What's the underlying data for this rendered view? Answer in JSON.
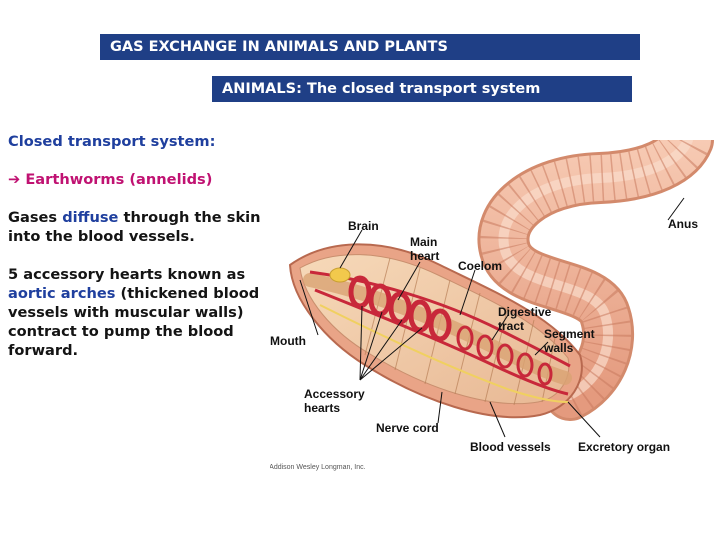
{
  "header": {
    "title": "GAS EXCHANGE IN ANIMALS AND PLANTS",
    "subtitle": "ANIMALS: The closed transport system"
  },
  "content": {
    "heading": "Closed transport system:",
    "arrow_glyph": "➔",
    "example": "Earthworms (annelids)",
    "para1": {
      "prefix": "Gases ",
      "highlight": "diffuse",
      "suffix": " through the skin into the blood vessels."
    },
    "para2": {
      "prefix": "5 accessory hearts known as ",
      "highlight": "aortic arches",
      "suffix": " (thickened blood vessels with muscular walls) contract to pump the blood forward."
    }
  },
  "diagram": {
    "labels": {
      "brain": "Brain",
      "main_heart_1": "Main",
      "main_heart_2": "heart",
      "coelom": "Coelom",
      "anus": "Anus",
      "digestive_1": "Digestive",
      "digestive_2": "tract",
      "segment_1": "Segment",
      "segment_2": "walls",
      "mouth": "Mouth",
      "accessory_1": "Accessory",
      "accessory_2": "hearts",
      "nerve_cord": "Nerve cord",
      "blood_vessels": "Blood vessels",
      "excretory": "Excretory organ",
      "copyright": "©Addison Wesley Longman, Inc."
    }
  },
  "colors": {
    "banner_bg": "#1f3f86",
    "blue_text": "#1f3f9e",
    "magenta_text": "#c01272",
    "worm_skin": "#f2b49a",
    "vessel": "#c8283a"
  }
}
